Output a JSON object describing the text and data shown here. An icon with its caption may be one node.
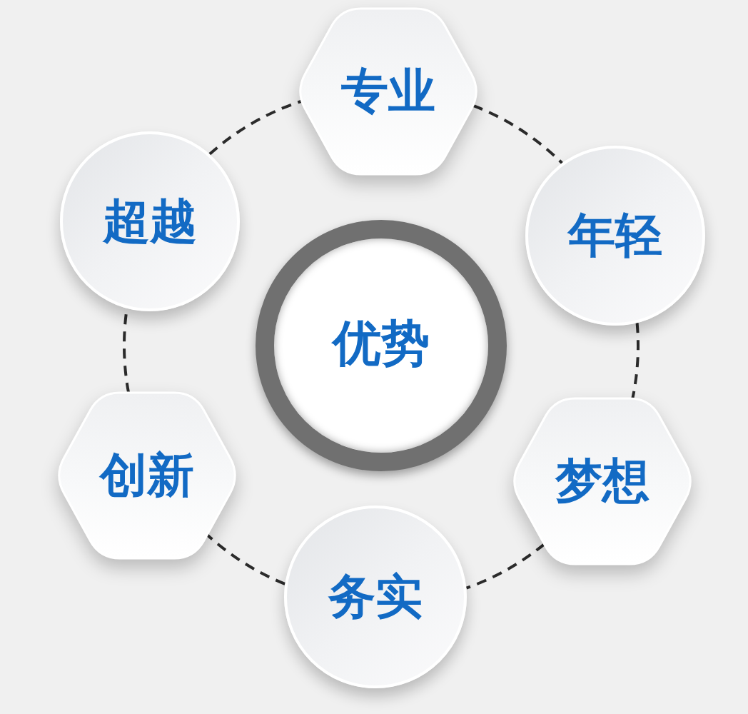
{
  "diagram": {
    "nodes": [
      {
        "text": [
          "专业"
        ]
      },
      {
        "text": [
          "超越"
        ]
      },
      {
        "text": [
          "年轻"
        ]
      },
      {
        "text": [
          "优势"
        ]
      },
      {
        "text": [
          "创新"
        ]
      },
      {
        "text": [
          "梦想"
        ]
      },
      {
        "text": [
          "务实"
        ]
      }
    ],
    "edges": [
      {
        "from": 0,
        "to": 2,
        "arrow": "none",
        "style": "dashed"
      },
      {
        "from": 2,
        "to": 5,
        "arrow": "none",
        "style": "dashed"
      },
      {
        "from": 5,
        "to": 6,
        "arrow": "none",
        "style": "dashed"
      },
      {
        "from": 6,
        "to": 4,
        "arrow": "none",
        "style": "dashed"
      },
      {
        "from": 4,
        "to": 1,
        "arrow": "none",
        "style": "dashed"
      },
      {
        "from": 1,
        "to": 0,
        "arrow": "none",
        "style": "dashed"
      }
    ]
  }
}
